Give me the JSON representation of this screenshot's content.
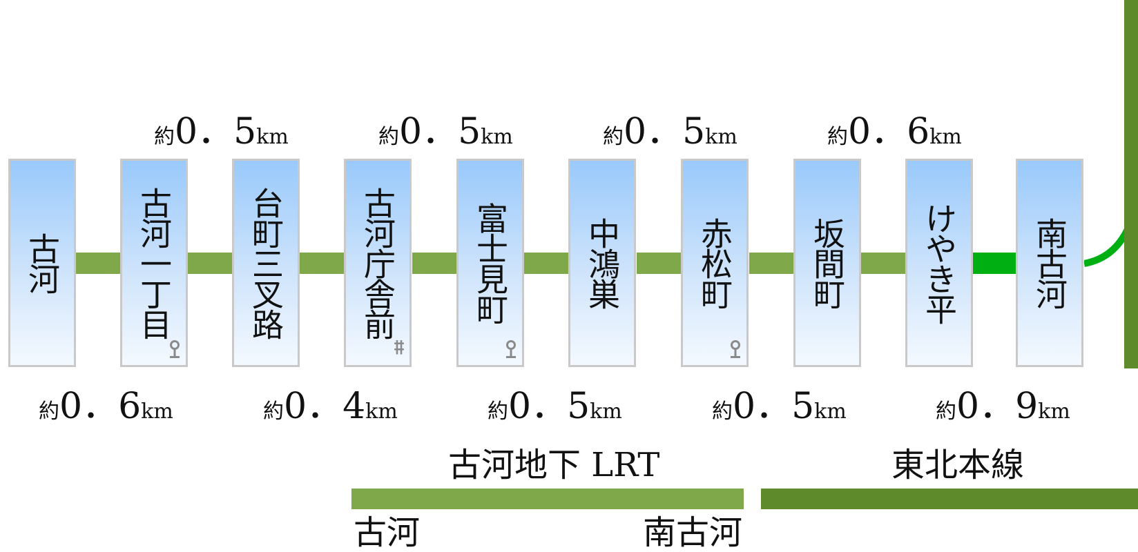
{
  "stations": [
    {
      "name": "古河",
      "icon": ""
    },
    {
      "name": "古河一丁目",
      "icon": "bus-stop-icon"
    },
    {
      "name": "台町三叉路",
      "icon": ""
    },
    {
      "name": "古河庁舎前",
      "icon": "government-office-icon"
    },
    {
      "name": "富士見町",
      "icon": "bus-stop-icon"
    },
    {
      "name": "中鴻巣",
      "icon": ""
    },
    {
      "name": "赤松町",
      "icon": "bus-stop-icon"
    },
    {
      "name": "坂間町",
      "icon": ""
    },
    {
      "name": "けやき平",
      "icon": ""
    },
    {
      "name": "南古河",
      "icon": ""
    }
  ],
  "distances_top": [
    {
      "prefix": "約",
      "value": "0．5",
      "unit": "km"
    },
    {
      "prefix": "約",
      "value": "0．5",
      "unit": "km"
    },
    {
      "prefix": "約",
      "value": "0．5",
      "unit": "km"
    },
    {
      "prefix": "約",
      "value": "0．6",
      "unit": "km"
    }
  ],
  "distances_bottom": [
    {
      "prefix": "約",
      "value": "0．6",
      "unit": "km"
    },
    {
      "prefix": "約",
      "value": "0．4",
      "unit": "km"
    },
    {
      "prefix": "約",
      "value": "0．5",
      "unit": "km"
    },
    {
      "prefix": "約",
      "value": "0．5",
      "unit": "km"
    },
    {
      "prefix": "約",
      "value": "0．9",
      "unit": "km"
    }
  ],
  "legend": [
    {
      "label": "古河地下 LRT",
      "start": "古河",
      "end": "南古河",
      "color": "#7fa84a"
    },
    {
      "label": "東北本線",
      "color": "#5e8a2b"
    }
  ],
  "colors": {
    "lrt_track": "#7fa84a",
    "mainline_track": "#00b012",
    "tohoku_line": "#5e8a2b",
    "station_border": "#c9c9c9",
    "station_top": "#99c9fb",
    "station_bottom": "#f4f9ff",
    "icon": "#8a8a8a"
  }
}
